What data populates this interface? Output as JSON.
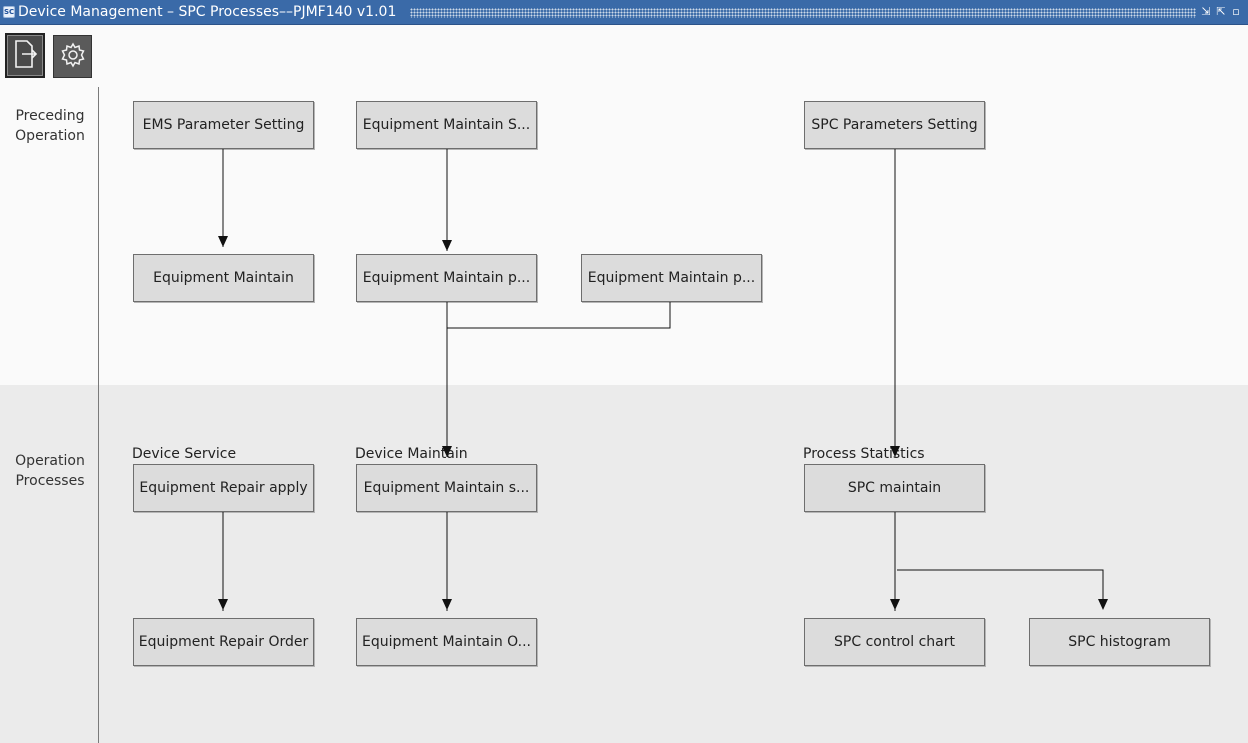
{
  "window": {
    "title": "Device Management – SPC Processes––PJMF140 v1.01",
    "app_icon_text": "SC",
    "buttons": [
      {
        "name": "minimize-window-icon",
        "glyph": "⇲"
      },
      {
        "name": "restore-window-icon",
        "glyph": "⇱"
      },
      {
        "name": "close-window-icon",
        "glyph": "▫"
      }
    ]
  },
  "toolbar": {
    "exit_icon": "exit-icon",
    "settings_icon": "gear-icon"
  },
  "bands": {
    "preceding": "Preceding\nOperation",
    "operation": "Operation\nProcesses"
  },
  "groups": {
    "device_service": "Device Service",
    "device_maintain": "Device Maintain",
    "process_statistics": "Process Statistics"
  },
  "nodes": {
    "ems_parameter_setting": "EMS Parameter Setting",
    "equipment_maintain_setting": "Equipment Maintain S...",
    "spc_parameters_setting": "SPC Parameters Setting",
    "equipment_maintain": "Equipment Maintain",
    "equipment_maintain_p1": "Equipment Maintain p...",
    "equipment_maintain_p2": "Equipment Maintain p...",
    "equipment_repair_apply": "Equipment Repair apply",
    "equipment_maintain_s": "Equipment Maintain s...",
    "spc_maintain": "SPC maintain",
    "equipment_repair_order": "Equipment Repair Order",
    "equipment_maintain_order": "Equipment Maintain O...",
    "spc_control_chart": "SPC control chart",
    "spc_histogram": "SPC histogram"
  }
}
